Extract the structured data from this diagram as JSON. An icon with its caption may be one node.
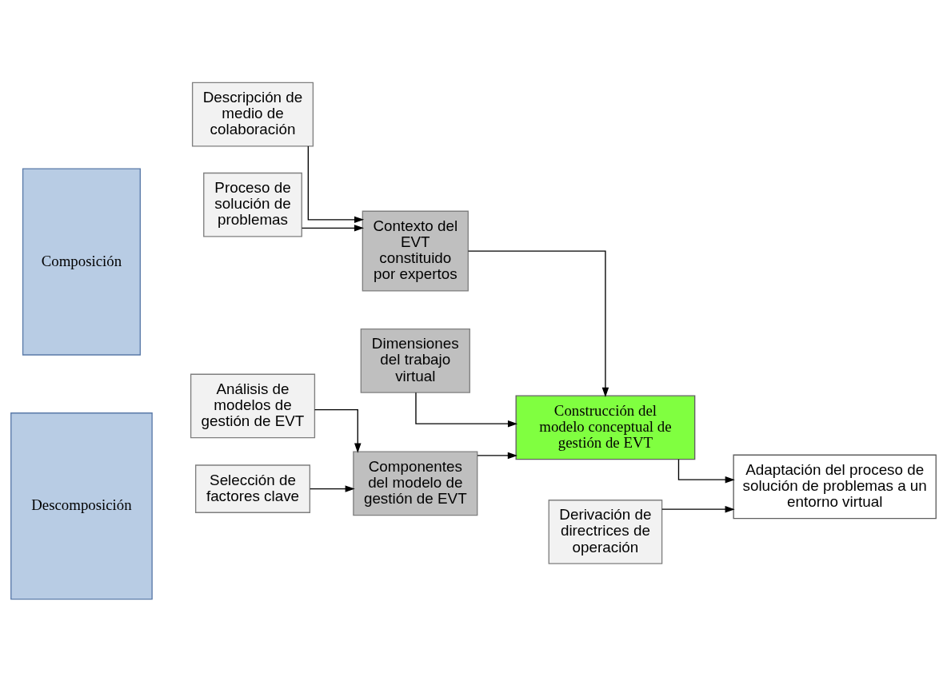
{
  "diagram": {
    "nodes": [
      {
        "text": [
          "Composición"
        ]
      },
      {
        "text": [
          "Descripción de medio de colaboración"
        ]
      },
      {
        "text": [
          "Proceso de solución de problemas"
        ]
      },
      {
        "text": [
          "Contexto del EVT constituido por expertos"
        ]
      },
      {
        "text": [
          "Dimensiones del trabajo virtual"
        ]
      },
      {
        "text": [
          "Construcción del modelo conceptual de gestión de EVT"
        ]
      },
      {
        "text": [
          "Adaptación del proceso de solución de problemas a un entorno virtual"
        ]
      },
      {
        "text": [
          "Descomposición"
        ]
      },
      {
        "text": [
          "Análisis de modelos de gestión de EVT"
        ]
      },
      {
        "text": [
          "Selección de factores clave"
        ]
      },
      {
        "text": [
          "Componentes del modelo de gestión de EVT"
        ]
      },
      {
        "text": [
          "Derivación de directrices de operación"
        ]
      }
    ],
    "edges": [
      {
        "from": 1,
        "to": 3,
        "arrow": "to"
      },
      {
        "from": 2,
        "to": 3,
        "arrow": "to"
      },
      {
        "from": 3,
        "to": 5,
        "arrow": "to"
      },
      {
        "from": 4,
        "to": 5,
        "arrow": "to"
      },
      {
        "from": 5,
        "to": 6,
        "arrow": "to"
      },
      {
        "from": 8,
        "to": 10,
        "arrow": "to"
      },
      {
        "from": 9,
        "to": 10,
        "arrow": "to"
      },
      {
        "from": 10,
        "to": 5,
        "arrow": "to"
      },
      {
        "from": 11,
        "to": 6,
        "arrow": "to"
      }
    ]
  }
}
